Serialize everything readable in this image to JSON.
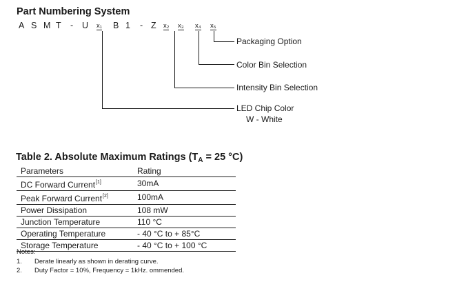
{
  "title": "Part Numbering System",
  "part_number": {
    "chars": [
      "A",
      "S",
      "M",
      "T",
      "-",
      "U",
      "B",
      "1",
      "-",
      "Z"
    ],
    "x1": "x₁",
    "x2": "x₂",
    "x3": "x₃",
    "x4": "x₄",
    "x5": "x₅"
  },
  "labels": {
    "packaging": "Packaging Option",
    "color_bin": "Color Bin Selection",
    "intensity_bin": "Intensity Bin Selection",
    "led_color": "LED Chip Color",
    "led_color_value": "W - White"
  },
  "table": {
    "title_main": "Table 2. Absolute Maximum Ratings (T",
    "title_sub": "A",
    "title_end": " = 25 °C)",
    "headers": [
      "Parameters",
      "Rating"
    ],
    "rows": [
      {
        "param": "DC Forward Current",
        "ref": "[1]",
        "rating": "30mA"
      },
      {
        "param": "Peak Forward Current",
        "ref": "[2]",
        "rating": "100mA"
      },
      {
        "param": "Power Dissipation",
        "ref": "",
        "rating": "108 mW"
      },
      {
        "param": "Junction Temperature",
        "ref": "",
        "rating": "110 °C"
      },
      {
        "param": "Operating Temperature",
        "ref": "",
        "rating": "- 40 °C to + 85°C"
      },
      {
        "param": "Storage Temperature",
        "ref": "",
        "rating": "- 40 °C to + 100 °C"
      }
    ]
  },
  "notes": {
    "heading": "Notes:",
    "items": [
      {
        "num": "1.",
        "text": "Derate linearly as shown in derating curve."
      },
      {
        "num": "2.",
        "text": "Duty Factor = 10%, Frequency = 1kHz. ommended."
      }
    ]
  }
}
